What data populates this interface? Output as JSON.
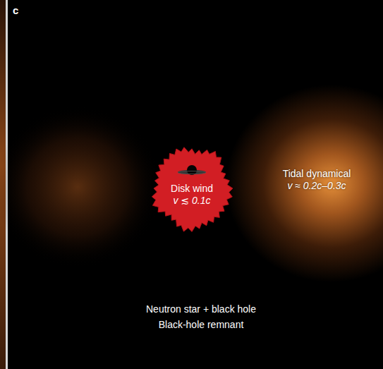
{
  "diagram": {
    "nodes": [
      {
        "text": [
          "Disk wind",
          "v ≲ 0.1c"
        ]
      },
      {
        "text": [
          "Tidal dynamical",
          "v ≈ 0.2c–0.3c"
        ]
      }
    ],
    "labels": [
      "c",
      "Neutron star + black hole",
      "Black-hole remnant"
    ]
  }
}
